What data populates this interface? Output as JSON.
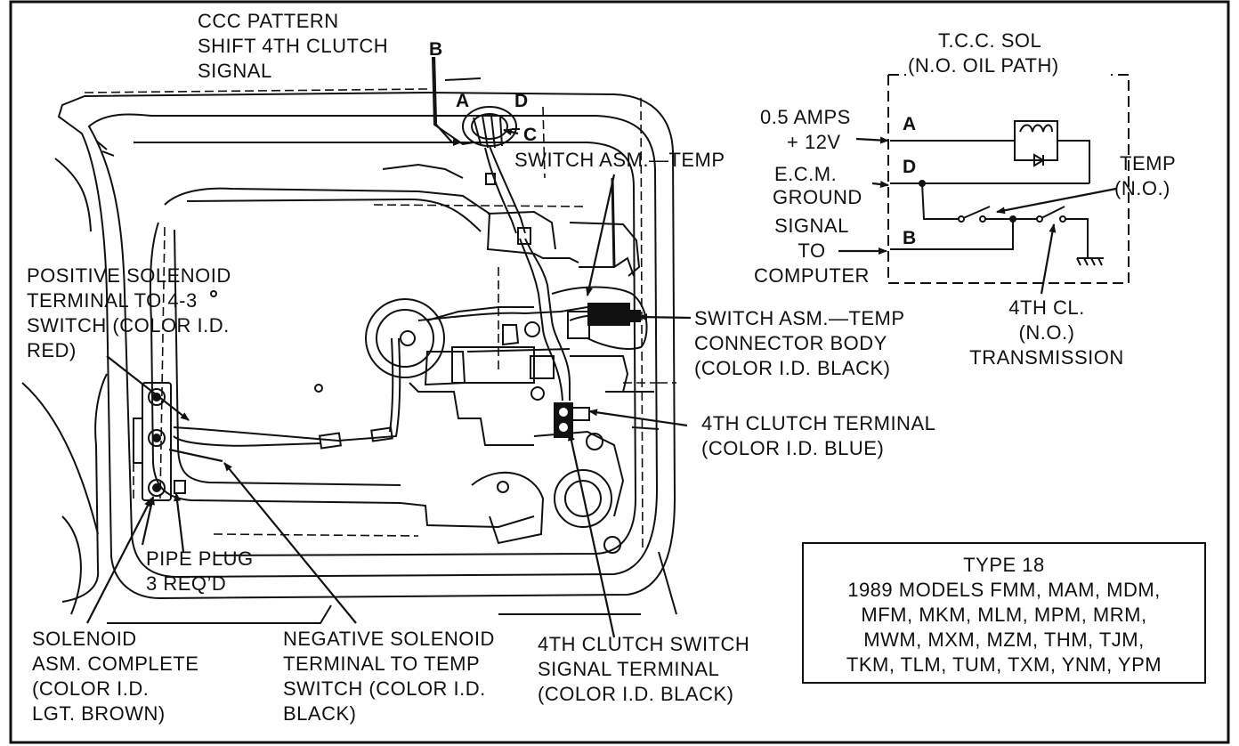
{
  "labels": {
    "ccc_pattern": "CCC PATTERN\nSHIFT 4TH CLUTCH\nSIGNAL",
    "pin_b_top": "B",
    "pin_a_top": "A",
    "pin_d_top": "D",
    "pin_c_top": "C",
    "switch_temp_top": "SWITCH ASM.—TEMP",
    "positive_solenoid": "POSITIVE SOLENOID\nTERMINAL TO 4-3\nSWITCH (COLOR I.D.\nRED)",
    "switch_temp_connector": "SWITCH ASM.—TEMP\nCONNECTOR BODY\n(COLOR I.D. BLACK)",
    "fourth_clutch_terminal": "4TH CLUTCH TERMINAL\n(COLOR I.D. BLUE)",
    "pipe_plug": "PIPE PLUG\n3 REQ’D",
    "solenoid_asm": "SOLENOID\nASM. COMPLETE\n(COLOR I.D.\nLGT. BROWN)",
    "negative_solenoid": "NEGATIVE SOLENOID\nTERMINAL TO TEMP\nSWITCH (COLOR I.D.\nBLACK)",
    "fourth_clutch_switch": "4TH CLUTCH SWITCH\nSIGNAL TERMINAL\n(COLOR I.D. BLACK)"
  },
  "schematic": {
    "tcc_sol": "T.C.C. SOL",
    "oil_path": "(N.O. OIL PATH)",
    "amps": "0.5 AMPS",
    "volts": "+ 12V",
    "ecm": "E.C.M.",
    "ground": "GROUND",
    "signal_to_computer": "SIGNAL\nTO\nCOMPUTER",
    "temp": "TEMP",
    "temp_no": "(N.O.)",
    "fourth_cl": "4TH CL.\n(N.O.)\nTRANSMISSION",
    "pin_a": "A",
    "pin_d": "D",
    "pin_b": "B"
  },
  "type_box": {
    "lines": [
      "TYPE 18",
      "1989 MODELS FMM, MAM, MDM,",
      "MFM, MKM, MLM, MPM, MRM,",
      "MWM, MXM, MZM, THM, TJM,",
      "TKM, TLM, TUM, TXM, YNM, YPM"
    ]
  }
}
